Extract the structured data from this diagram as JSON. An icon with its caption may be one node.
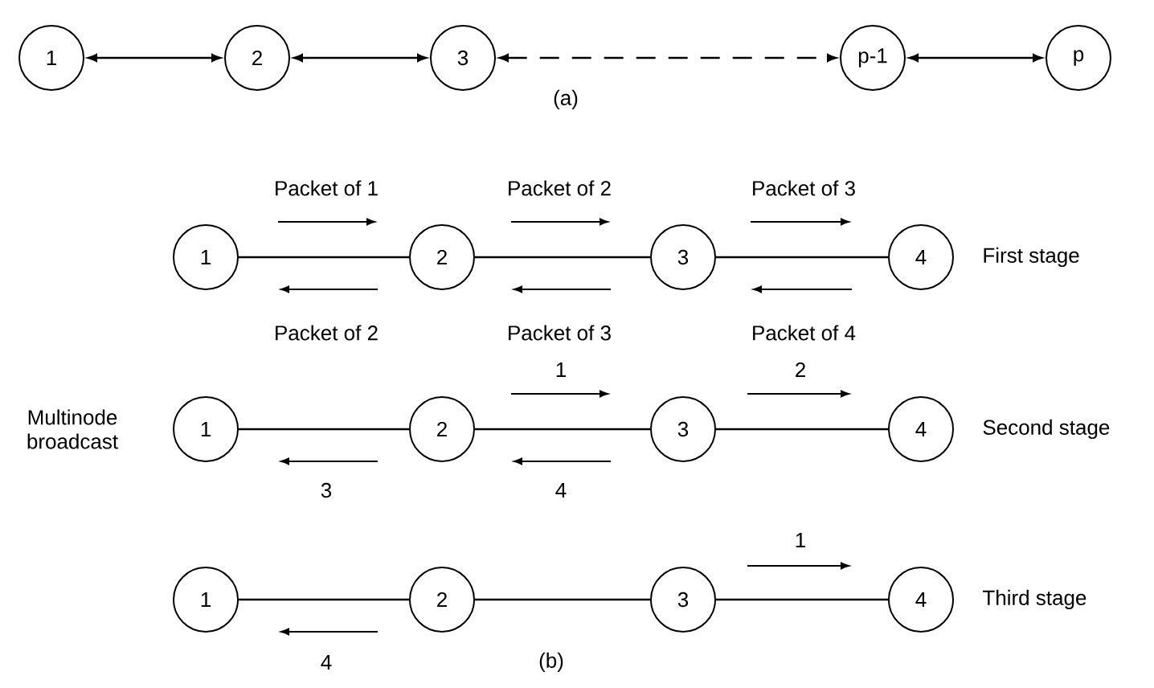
{
  "diagram": {
    "nodes": [
      {
        "text": [
          "1"
        ]
      },
      {
        "text": [
          "2"
        ]
      },
      {
        "text": [
          "3"
        ]
      },
      {
        "text": [
          "p-1"
        ]
      },
      {
        "text": [
          "p"
        ]
      },
      {
        "text": [
          "1"
        ]
      },
      {
        "text": [
          "2"
        ]
      },
      {
        "text": [
          "3"
        ]
      },
      {
        "text": [
          "4"
        ]
      },
      {
        "text": [
          "1"
        ]
      },
      {
        "text": [
          "2"
        ]
      },
      {
        "text": [
          "3"
        ]
      },
      {
        "text": [
          "4"
        ]
      },
      {
        "text": [
          "1"
        ]
      },
      {
        "text": [
          "2"
        ]
      },
      {
        "text": [
          "3"
        ]
      },
      {
        "text": [
          "4"
        ]
      }
    ],
    "edges": [
      {
        "from": 0,
        "to": 1,
        "arrow": "both"
      },
      {
        "from": 1,
        "to": 2,
        "arrow": "both"
      },
      {
        "from": 2,
        "to": 3,
        "arrow": "both",
        "style": "dashed"
      },
      {
        "from": 3,
        "to": 4,
        "arrow": "both"
      },
      {
        "from": 5,
        "to": 6,
        "arrow": "none"
      },
      {
        "from": 6,
        "to": 7,
        "arrow": "none"
      },
      {
        "from": 7,
        "to": 8,
        "arrow": "none"
      },
      {
        "from": 9,
        "to": 10,
        "arrow": "none"
      },
      {
        "from": 10,
        "to": 11,
        "arrow": "none"
      },
      {
        "from": 11,
        "to": 12,
        "arrow": "none"
      },
      {
        "from": 13,
        "to": 14,
        "arrow": "none"
      },
      {
        "from": 14,
        "to": 15,
        "arrow": "none"
      },
      {
        "from": 15,
        "to": 16,
        "arrow": "none"
      }
    ],
    "labels": [
      "(a)",
      "Packet of 1",
      "Packet of 2",
      "Packet of 3",
      "First stage",
      "Packet of 2",
      "Packet of 3",
      "Packet of 4",
      "1",
      "2",
      "Multinode broadcast",
      "Second stage",
      "3",
      "4",
      "1",
      "Third stage",
      "4",
      "(b)"
    ]
  }
}
